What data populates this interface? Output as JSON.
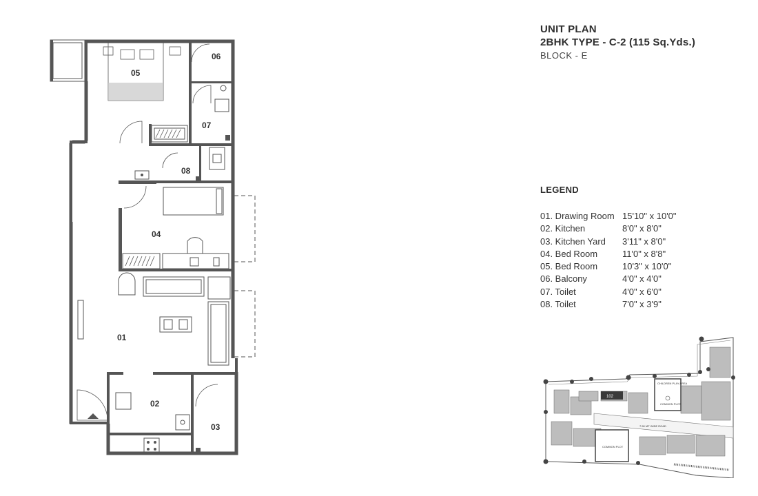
{
  "header": {
    "title": "UNIT PLAN",
    "subtitle": "2BHK TYPE - C-2 (115 Sq.Yds.)",
    "block": "BLOCK - E"
  },
  "rooms": {
    "r01": "01",
    "r02": "02",
    "r03": "03",
    "r04": "04",
    "r05": "05",
    "r06": "06",
    "r07": "07",
    "r08": "08"
  },
  "legend": {
    "title": "LEGEND",
    "items": [
      {
        "name": "01. Drawing Room",
        "size": "15'10\" x 10'0\""
      },
      {
        "name": "02. Kitchen",
        "size": "8'0\" x 8'0\""
      },
      {
        "name": "03. Kitchen Yard",
        "size": "3'11\" x 8'0\""
      },
      {
        "name": "04. Bed Room",
        "size": "11'0\" x 8'8\""
      },
      {
        "name": "05. Bed Room",
        "size": "10'3\" x 10'0\""
      },
      {
        "name": "06. Balcony",
        "size": "4'0\" x 4'0\""
      },
      {
        "name": "07. Toilet",
        "size": "4'0\" x 6'0\""
      },
      {
        "name": "08. Toilet",
        "size": "7'0\" x 3'9\""
      }
    ]
  },
  "site_plan": {
    "unit_no": "102",
    "children_play_area": "CHILDREN PLAY AREA",
    "common_plot_1": "COMMON PLOT",
    "common_plot_2": "COMMON PLOT",
    "road": "7.50 MT WIDE ROAD"
  }
}
